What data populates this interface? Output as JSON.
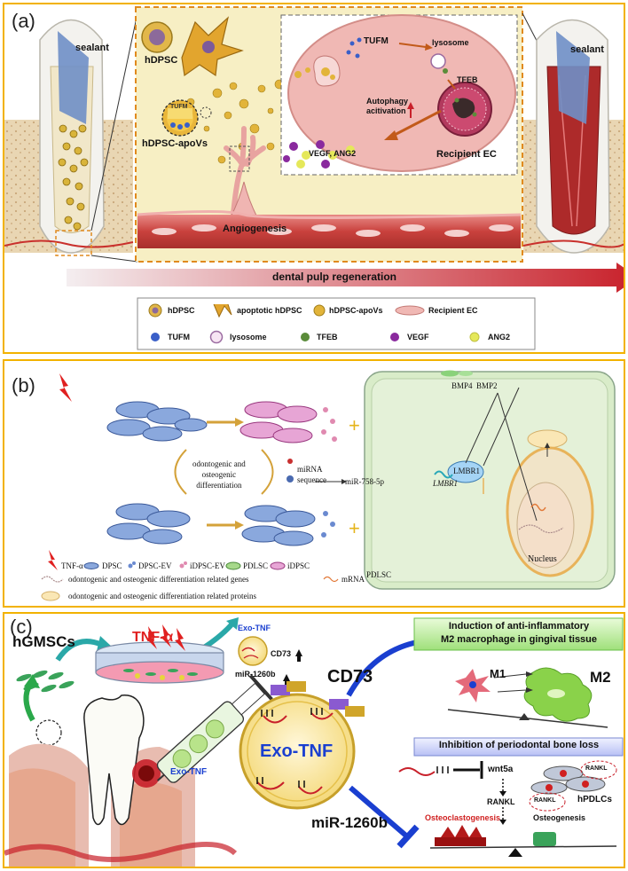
{
  "panel_a": {
    "label": "(a)",
    "sealant_left": "sealant",
    "sealant_right": "sealant",
    "hdpsc": "hDPSC",
    "tufm_badge": "TUFM",
    "hdpsc_apovs": "hDPSC-apoVs",
    "tufm": "TUFM",
    "lysosome": "lysosome",
    "tfeb": "TFEB",
    "autophagy": "Autophagy\nacitivation",
    "vegf_ang2": "VEGF, ANG2",
    "recipient_ec": "Recipient EC",
    "angiogenesis": "Angiogenesis",
    "arrow_text": "dental pulp regeneration",
    "legend": [
      {
        "label": "hDPSC",
        "icon": "hdpsc-cell-icon"
      },
      {
        "label": "apoptotic hDPSC",
        "icon": "apoptotic-cell-icon"
      },
      {
        "label": "hDPSC-apoVs",
        "icon": "apovs-icon"
      },
      {
        "label": "Recipient EC",
        "icon": "endothelial-cell-icon"
      },
      {
        "label": "TUFM",
        "icon": "blue-dot-icon",
        "color": "#3a5fc8"
      },
      {
        "label": "lysosome",
        "icon": "lysosome-icon"
      },
      {
        "label": "TFEB",
        "icon": "green-dot-icon",
        "color": "#5b8c3a"
      },
      {
        "label": "VEGF",
        "icon": "purple-dot-icon",
        "color": "#8a2a9e"
      },
      {
        "label": "ANG2",
        "icon": "yellow-dot-icon",
        "color": "#e5e85a"
      }
    ]
  },
  "panel_b": {
    "label": "(b)",
    "diff_text": "odontogenic and\nosteogenic\ndifferentiation",
    "mirna_seq": "miRNA\nsequence",
    "mir": "miR-758-5p",
    "lmbr1_gene": "LMBR1",
    "lmbr1_protein": "LMBR1",
    "bmp": "BMP4  BMP2",
    "nucleus": "Nucleus",
    "pdlsc_cell": "PDLSC",
    "legend_row1": [
      {
        "label": "TNF-α",
        "icon": "lightning-icon"
      },
      {
        "label": "DPSC",
        "icon": "dpsc-icon"
      },
      {
        "label": "DPSC-EV",
        "icon": "ev-icon"
      },
      {
        "label": "iDPSC-EV",
        "icon": "iev-icon"
      },
      {
        "label": "PDLSC",
        "icon": "pdlsc-icon"
      },
      {
        "label": "iDPSC",
        "icon": "idpsc-icon"
      }
    ],
    "legend_genes": "odontogenic and osteogenic differentiation related genes",
    "legend_mrna": "mRNA",
    "legend_proteins": "odontogenic and osteogenic differentiation related proteins"
  },
  "panel_c": {
    "label": "(c)",
    "hgmscs": "hGMSCs",
    "tnf": "TNF-α",
    "exo_tnf_small": "Exo-TNF",
    "cd73_small": "CD73",
    "mir_small": "miR-1260b",
    "title_m2": "Induction of anti-inflammatory\nM2 macrophage in gingival tissue",
    "cd73": "CD73",
    "m1": "M1",
    "m2": "M2",
    "exo_tnf": "Exo-TNF",
    "exo_tnf_syringe": "Exo-TNF",
    "title_bone": "Inhibition of periodontal bone loss",
    "wnt5a": "wnt5a",
    "rankl": "RANKL",
    "rankl_1": "RANKL",
    "rankl_2": "RANKL",
    "hpdlcs": "hPDLCs",
    "mir_big": "miR-1260b",
    "osteoclastogenesis": "Osteoclastogenesis",
    "osteogenesis": "Osteogenesis"
  }
}
